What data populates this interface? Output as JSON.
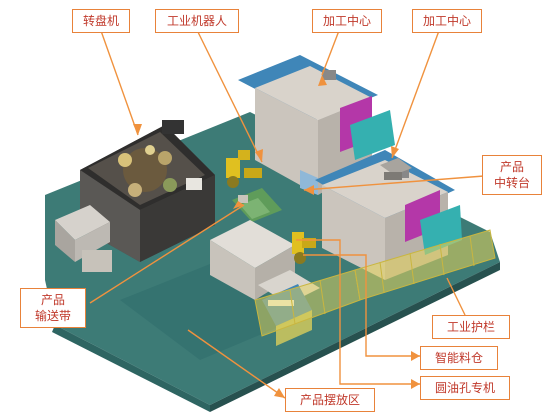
{
  "labels": {
    "turntable": "转盘机",
    "robot": "工业机器人",
    "machining_center_1": "加工中心",
    "machining_center_2": "加工中心",
    "product_transfer_l1": "产品",
    "product_transfer_l2": "中转台",
    "conveyor_l1": "产品",
    "conveyor_l2": "输送带",
    "guardrail": "工业护栏",
    "smart_bin": "智能料仓",
    "oil_hole_machine": "圆油孔专机",
    "placement_area": "产品摆放区"
  },
  "colors": {
    "label_border": "#e8823a",
    "label_text": "#c0392b",
    "leader_line": "#f0923e",
    "floor": "#3d7b76",
    "floor_dark": "#2e6562",
    "machine_body": "#cfc8c0",
    "machine_blue": "#3f86b8",
    "magenta_panel": "#b437a8",
    "cyan_panel": "#35b0b0",
    "robot_yellow": "#e0c020",
    "guard_yellow": "#e6d35a",
    "turntable_box": "#3c3b3a"
  }
}
